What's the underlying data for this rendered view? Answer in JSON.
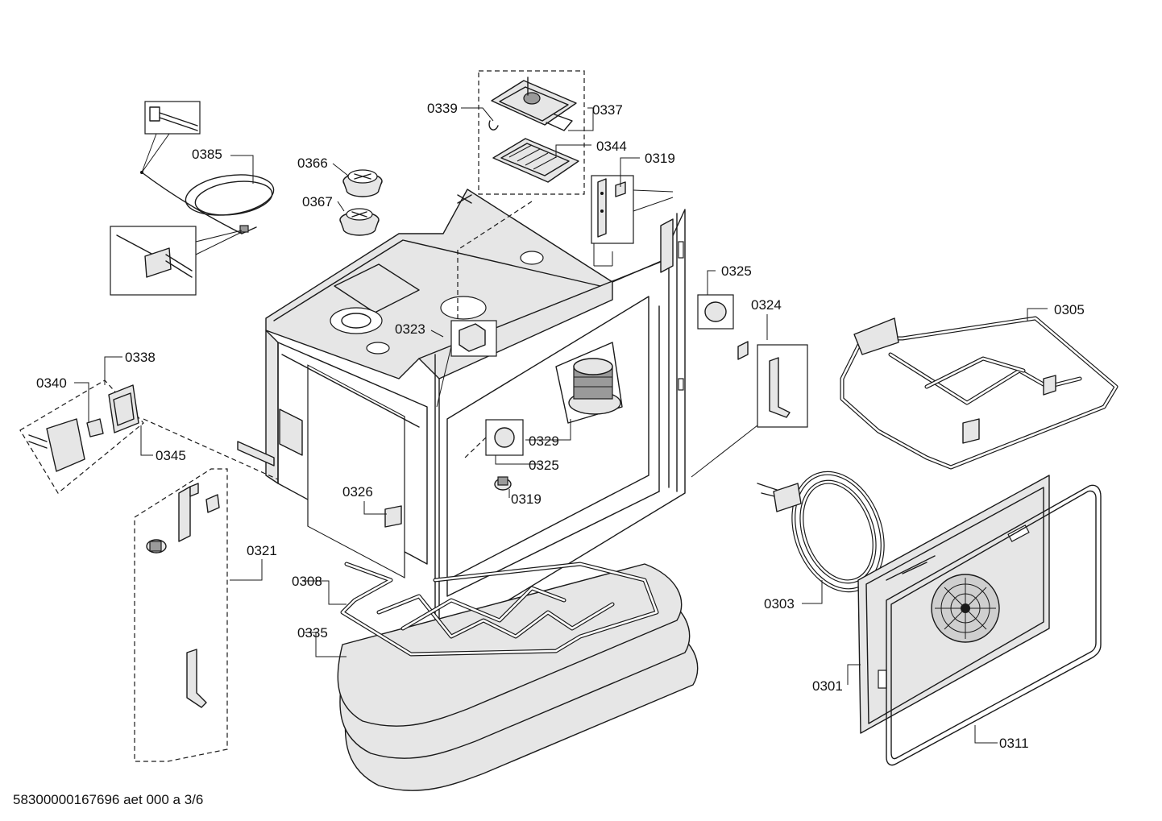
{
  "diagram": {
    "part_labels": {
      "p0385": "0385",
      "p0366": "0366",
      "p0367": "0367",
      "p0339": "0339",
      "p0337": "0337",
      "p0344": "0344",
      "p0319_top": "0319",
      "p0325_right": "0325",
      "p0324": "0324",
      "p0305": "0305",
      "p0323": "0323",
      "p0338": "0338",
      "p0340": "0340",
      "p0345": "0345",
      "p0329": "0329",
      "p0325_mid": "0325",
      "p0319_mid": "0319",
      "p0326": "0326",
      "p0321": "0321",
      "p0308": "0308",
      "p0335": "0335",
      "p0303": "0303",
      "p0301": "0301",
      "p0311": "0311"
    },
    "footer_code": "58300000167696 aet 000 a 3/6"
  }
}
